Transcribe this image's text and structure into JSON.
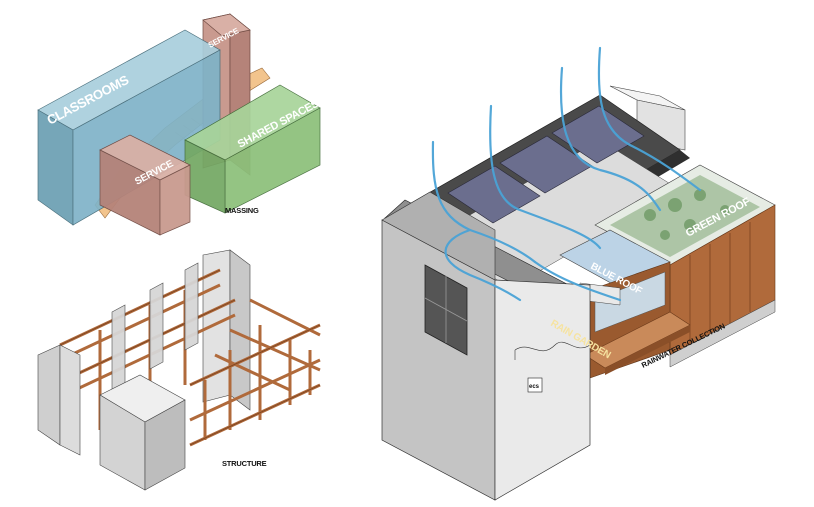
{
  "massing": {
    "caption": "MASSING",
    "labels": {
      "classrooms": "CLASSROOMS",
      "service_top": "SERVICE",
      "service_front": "SERVICE",
      "shared_spaces": "SHARED SPACES"
    },
    "colors": {
      "classrooms": "#7fb3c8",
      "service": "#c99a8f",
      "shared": "#8cc07a",
      "stairs": "#f2c48d"
    }
  },
  "structure": {
    "caption": "STRUCTURE",
    "colors": {
      "timber": "#b06a3b",
      "wall": "#d6d6d6"
    }
  },
  "building": {
    "caption": "RAINWATER COLLECTION",
    "labels": {
      "green_roof": "GREEN ROOF",
      "blue_roof": "BLUE ROOF",
      "rain_garden": "RAIN GARDEN",
      "logo": "ecs"
    },
    "colors": {
      "water": "#4aa3d6",
      "solar": "#6b6e8e",
      "cladding": "#b06a3b"
    }
  }
}
